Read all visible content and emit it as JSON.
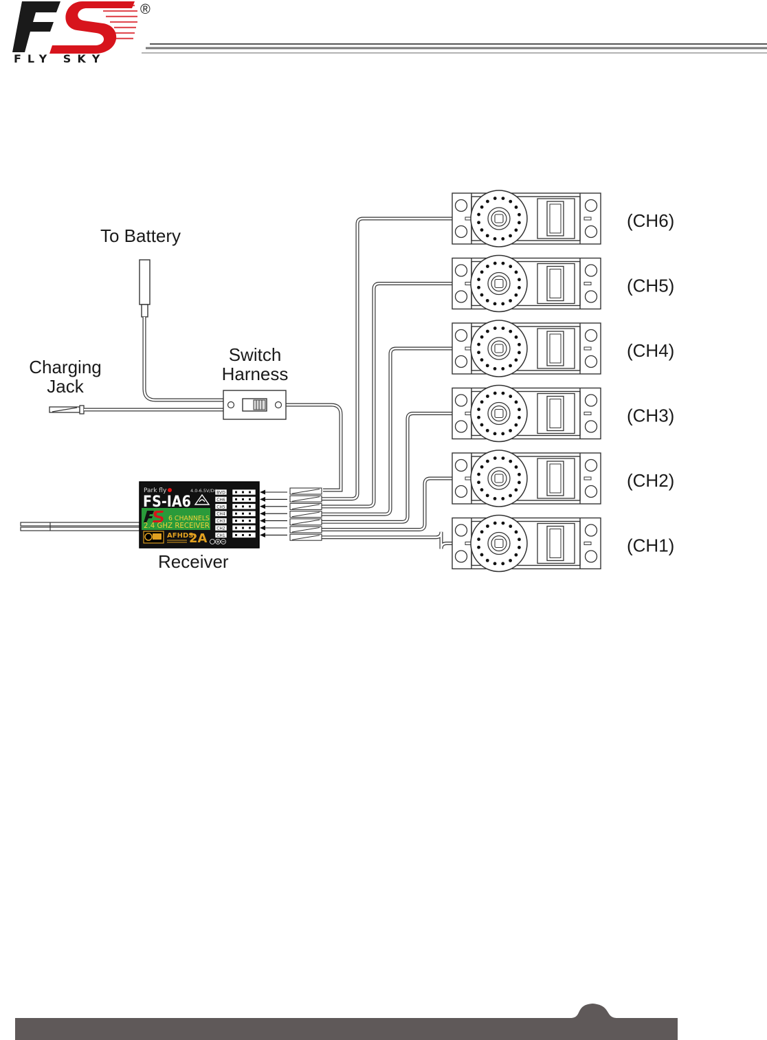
{
  "header": {
    "logo_text": "FLY SKY",
    "registered_mark": "®",
    "brand_red": "#d7141c"
  },
  "diagram": {
    "battery_label": "To Battery",
    "charging_jack_label": [
      "Charging",
      "Jack"
    ],
    "switch_label": [
      "Switch",
      "Harness"
    ],
    "receiver_label": "Receiver",
    "receiver": {
      "brand": "Park fly",
      "voltage": "4.0-6.5V/DC",
      "model": "FS-IA6",
      "channels": "6 CHANNELS",
      "band": "2.4 GHZ RECEIVER",
      "protocol": "AFHDS",
      "protocol_suffix": "2A",
      "ports": [
        "BVD",
        "CH6",
        "CH5",
        "CH4",
        "CH3",
        "CH2",
        "CH1"
      ]
    },
    "servos": [
      {
        "label": "(CH6)"
      },
      {
        "label": "(CH5)"
      },
      {
        "label": "(CH4)"
      },
      {
        "label": "(CH3)"
      },
      {
        "label": "(CH2)"
      },
      {
        "label": "(CH1)"
      }
    ]
  },
  "footer": {
    "bar_color": "#5f5959"
  }
}
